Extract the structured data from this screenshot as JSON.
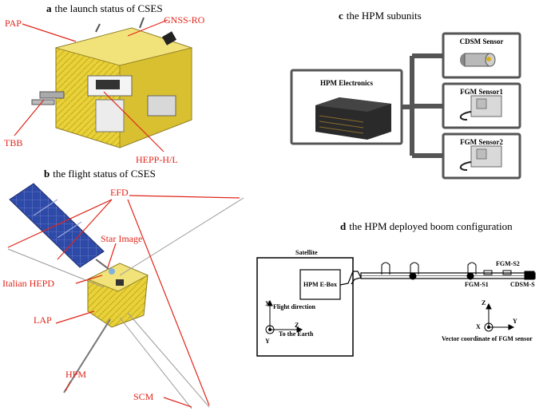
{
  "panel_a": {
    "letter": "a",
    "title": "the launch status of CSES",
    "labels": {
      "pap": "PAP",
      "gnss": "GNSS-RO",
      "tbb": "TBB",
      "hepp": "HEPP-H/L"
    }
  },
  "panel_b": {
    "letter": "b",
    "title": "the flight status of CSES",
    "labels": {
      "efd": "EFD",
      "star": "Star Image",
      "hepd": "Italian HEPD",
      "lap": "LAP",
      "hpm": "HPM",
      "scm": "SCM"
    }
  },
  "panel_c": {
    "letter": "c",
    "title": "the HPM subunits",
    "electronics": "HPM Electronics",
    "cdsm": "CDSM Sensor",
    "fgm1": "FGM Sensor1",
    "fgm2": "FGM Sensor2"
  },
  "panel_d": {
    "letter": "d",
    "title": "the HPM deployed boom configuration",
    "satellite": "Satellite",
    "ebox": "HPM E-Box",
    "x": "X",
    "flight": "Flight direction",
    "z": "Z",
    "earth": "To the Earth",
    "y": "Y",
    "fgm_s1": "FGM-S1",
    "fgm_s2": "FGM-S2",
    "cdsm_s": "CDSM-S",
    "z2": "Z",
    "x2": "X",
    "y2": "Y",
    "vector": "Vector coordinate of FGM sensor"
  },
  "colors": {
    "label_red": "#e0261b",
    "satellite_gold": "#e8d23a",
    "panel_blue": "#2a3f9c"
  }
}
